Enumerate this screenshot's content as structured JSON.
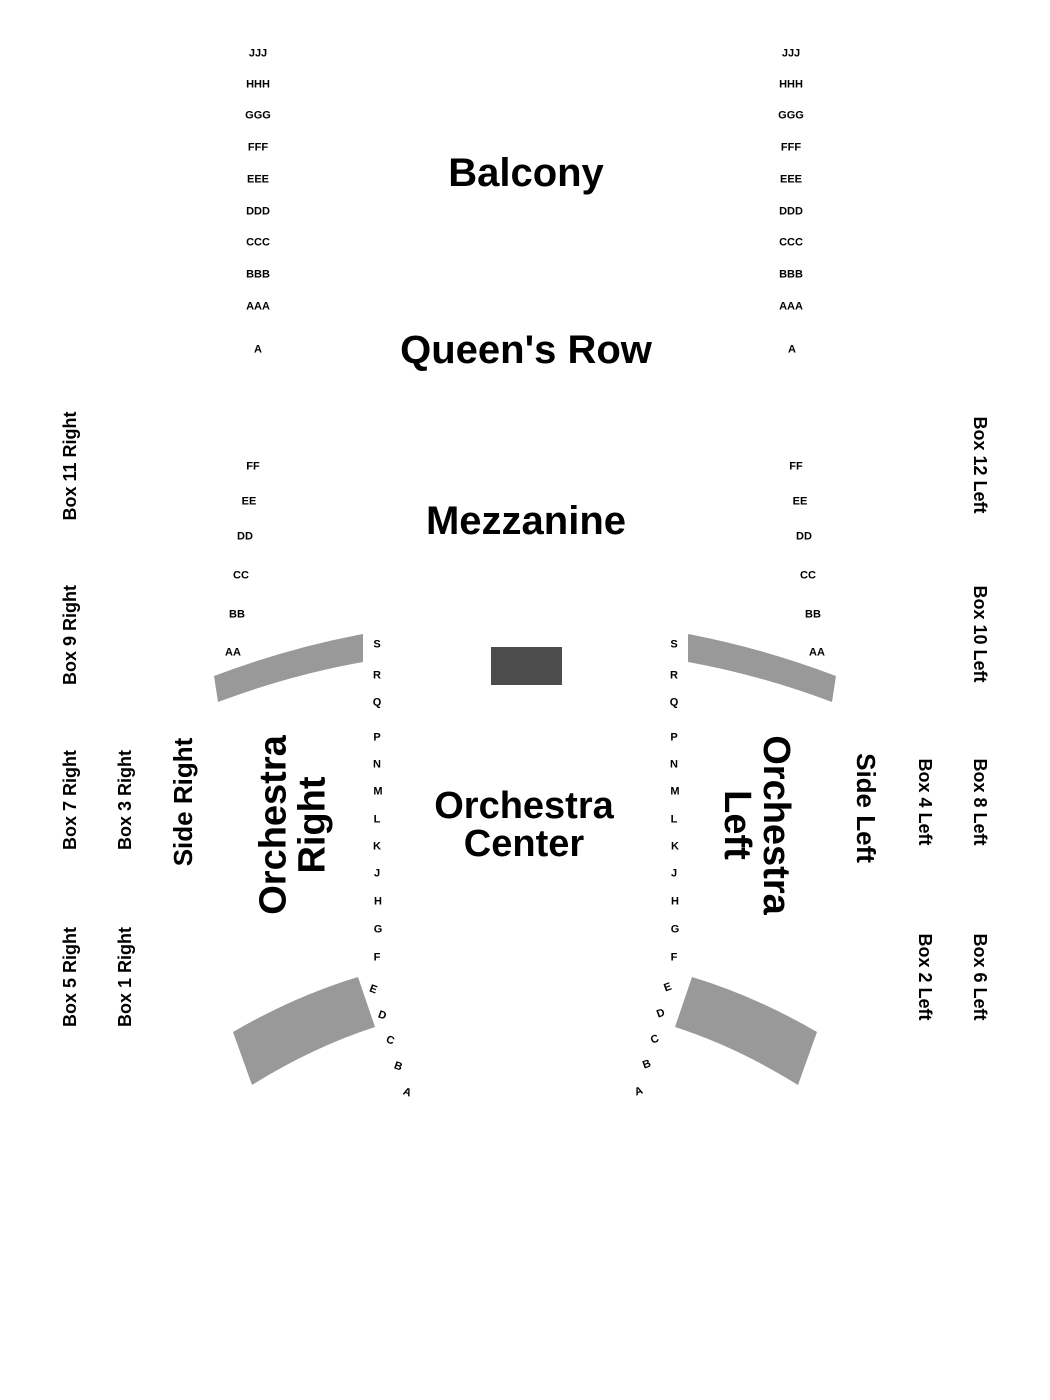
{
  "sections": {
    "balcony": "Balcony",
    "queens_row": "Queen's Row",
    "mezzanine": "Mezzanine",
    "orchestra_center": [
      "Orchestra",
      "Center"
    ],
    "orchestra_right": [
      "Orchestra",
      "Right"
    ],
    "orchestra_left": [
      "Orchestra",
      "Left"
    ],
    "side_right": "Side Right",
    "side_left": "Side Left"
  },
  "boxes": {
    "box_11_right": "Box 11 Right",
    "box_9_right": "Box 9 Right",
    "box_7_right": "Box 7 Right",
    "box_5_right": "Box 5 Right",
    "box_3_right": "Box 3 Right",
    "box_1_right": "Box 1 Right",
    "box_12_left": "Box 12 Left",
    "box_10_left": "Box 10 Left",
    "box_8_left": "Box 8 Left",
    "box_6_left": "Box 6 Left",
    "box_4_left": "Box 4 Left",
    "box_2_left": "Box 2 Left"
  },
  "rows": {
    "balcony": [
      "JJJ",
      "HHH",
      "GGG",
      "FFF",
      "EEE",
      "DDD",
      "CCC",
      "BBB",
      "AAA"
    ],
    "queens_row": [
      "A"
    ],
    "mezzanine": [
      "FF",
      "EE",
      "DD",
      "CC",
      "BB",
      "AA"
    ],
    "orchestra": [
      "S",
      "R",
      "Q",
      "P",
      "N",
      "M",
      "L",
      "K",
      "J",
      "H",
      "G",
      "F",
      "E",
      "D",
      "C",
      "B",
      "A"
    ]
  },
  "colors": {
    "section_block": "#999999",
    "stage_block": "#4d4d4d",
    "text": "#000000"
  }
}
